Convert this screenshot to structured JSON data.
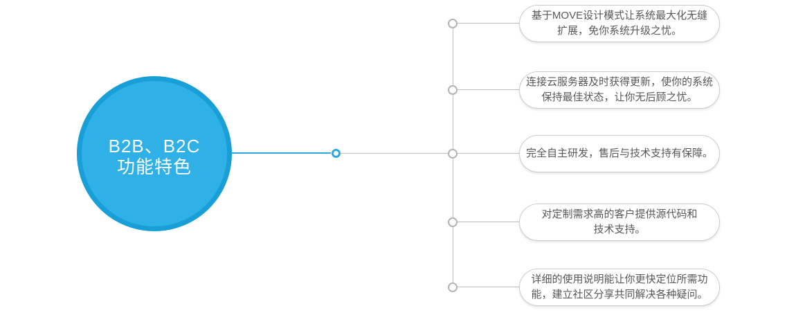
{
  "diagram": {
    "topic": {
      "line1": "B2B、B2C",
      "line2": "功能特色"
    },
    "features": [
      {
        "lines": [
          "基于MOVE设计模式让系统最大化无缝",
          "扩展，免你系统升级之忧。"
        ]
      },
      {
        "lines": [
          "连接云服务器及时获得更新，使你的系统",
          "保持最佳状态，让你无后顾之忧。"
        ]
      },
      {
        "lines": [
          "完全自主研发，售后与技术支持有保障。",
          ""
        ]
      },
      {
        "lines": [
          "对定制需求高的客户提供源代码和",
          "技术支持。"
        ]
      },
      {
        "lines": [
          "详细的使用说明能让你更快定位所需功",
          "能，建立社区分享共同解决各种疑问。"
        ]
      }
    ],
    "colors": {
      "background": "#ffffff",
      "circle_fill": "#2fb0e7",
      "circle_ring": "#189fd8",
      "circle_text": "#ffffff",
      "blue_line": "#29a9e0",
      "gray_line": "#bdbdbd",
      "node_stroke": "#b3b3b3",
      "pill_border": "#cccccc",
      "pill_text": "#595757"
    }
  }
}
